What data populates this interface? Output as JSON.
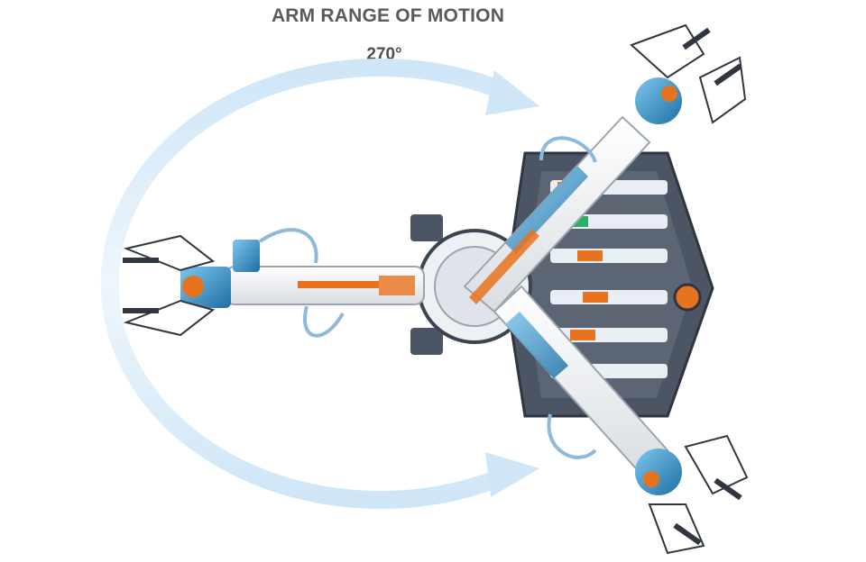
{
  "header": {
    "title": "ARM RANGE OF MOTION",
    "angle_label": "270°"
  },
  "colors": {
    "arc": "#d4e9f8",
    "arc_light": "#eef6fc",
    "arm_white": "#f4f5f6",
    "arm_blue": "#2f8fc6",
    "accent_orange": "#e8731e",
    "base_gray": "#4b5563",
    "title_gray": "#5a5a5a"
  },
  "scene": {
    "subject": "hydraulic-robotic-arm-kit",
    "arm_positions": [
      "left",
      "upper-right",
      "lower-right"
    ]
  }
}
